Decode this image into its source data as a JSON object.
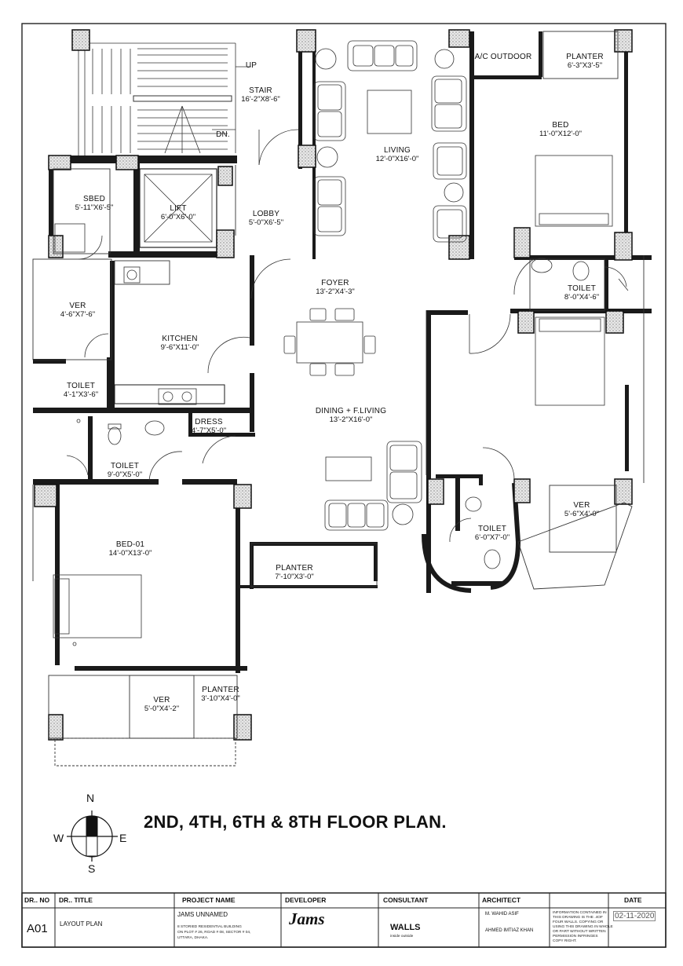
{
  "rooms": [
    {
      "name": "UP",
      "dims": ""
    },
    {
      "name": "STAIR",
      "dims": "16'-2\"X8'-6\""
    },
    {
      "name": "DN.",
      "dims": ""
    },
    {
      "name": "LIVING",
      "dims": "12'-0\"X16'-0\""
    },
    {
      "name": "A/C OUTDOOR",
      "dims": ""
    },
    {
      "name": "PLANTER",
      "dims": "6'-3\"X3'-5\""
    },
    {
      "name": "BED",
      "dims": "11'-0\"X12'-0\""
    },
    {
      "name": "SBED",
      "dims": "5'-11\"X6'-5\""
    },
    {
      "name": "LIFT",
      "dims": "6'-0\"X6'-0\""
    },
    {
      "name": "LOBBY",
      "dims": "5'-0\"X6'-5\""
    },
    {
      "name": "FOYER",
      "dims": "13'-2\"X4'-3\""
    },
    {
      "name": "TOILET",
      "dims": "8'-0\"X4'-6\""
    },
    {
      "name": "VER",
      "dims": "4'-6\"X7'-6\""
    },
    {
      "name": "KITCHEN",
      "dims": "9'-6\"X11'-0\""
    },
    {
      "name": "TOILET",
      "dims": "4'-1\"X3'-6\""
    },
    {
      "name": "DINING + F.LIVING",
      "dims": "13'-2\"X16'-0\""
    },
    {
      "name": "DRESS",
      "dims": "4'-7\"X5'-0\""
    },
    {
      "name": "TOILET",
      "dims": "9'-0\"X5'-0\""
    },
    {
      "name": "VER",
      "dims": "5'-6\"X4'-0\""
    },
    {
      "name": "TOILET",
      "dims": "6'-0\"X7'-0\""
    },
    {
      "name": "BED-01",
      "dims": "14'-0\"X13'-0\""
    },
    {
      "name": "PLANTER",
      "dims": "7'-10\"X3'-0\""
    },
    {
      "name": "PLANTER",
      "dims": "3'-10\"X4'-0\""
    },
    {
      "name": "VER",
      "dims": "5'-0\"X4'-2\""
    }
  ],
  "floor_title": "2ND, 4TH, 6TH & 8TH FLOOR PLAN.",
  "compass": {
    "n": "N",
    "s": "S",
    "e": "E",
    "w": "W"
  },
  "title_block": {
    "headers": {
      "dr_no": "DR.. NO",
      "dr_title": "DR.. TITLE",
      "project": "PROJECT NAME",
      "developer": "DEVELOPER",
      "consultant": "CONSULTANT",
      "architect": "ARCHITECT",
      "date": "DATE"
    },
    "dr_no": "A01",
    "dr_title": "LAYOUT PLAN",
    "project_name": "JAMS UNNAMED",
    "project_desc": "8 STORIED RESIDENTIAL BUILDING",
    "project_addr1": "ON PLOT # 26, ROAD # 08, SECTOR # 04,",
    "project_addr2": "UTTARA, DHAKA.",
    "developer_logo": "Jams",
    "consultant_logo": "WALLS",
    "consultant_tag": "inside outside",
    "architect1": "M. WAHID ASIF",
    "architect2": "AHMED IMTIAZ KHAN",
    "note": [
      "INFORMATION CONTAINED IN",
      "THIS DRAWING IS THE .4OF",
      "FOUR WALLS. COPYING OR",
      "USING THIS DRAWING IN WHOLE",
      "OR PART WITHOUT WRITTEN",
      "PERMISSION INFRINGES",
      "COPY RIGHT."
    ],
    "date": "02-11-2020"
  },
  "colors": {
    "wall": "#1a1a1a",
    "column": "#222222",
    "line": "#333333"
  }
}
